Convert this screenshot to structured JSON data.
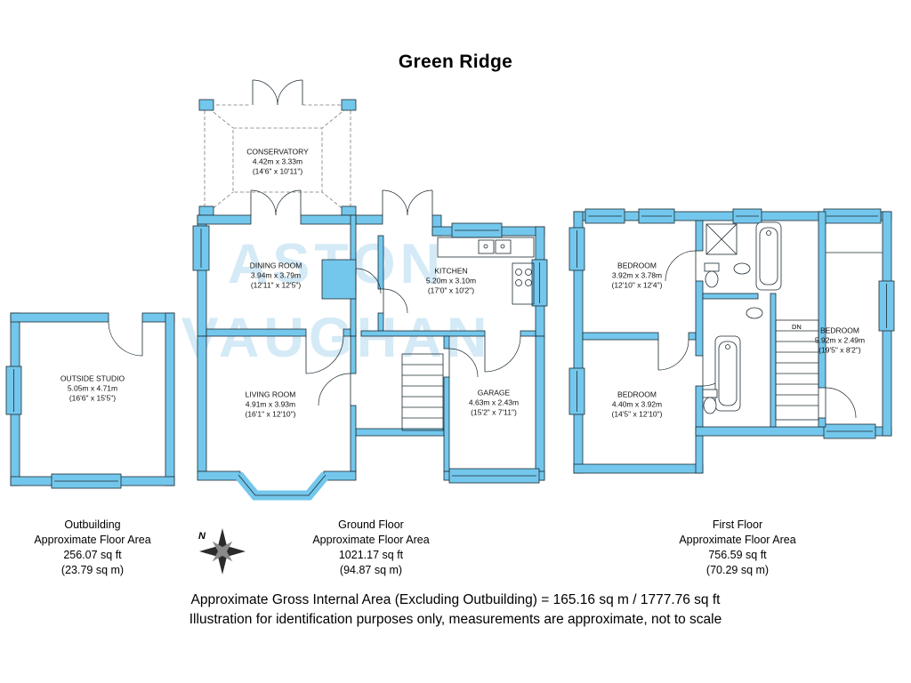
{
  "title": "Green Ridge",
  "watermark": {
    "line1": "ASTON",
    "line2": "VAUGHAN"
  },
  "compass": {
    "label": "N"
  },
  "colors": {
    "wall": "#74c7ec",
    "line": "#1c2b33",
    "watermark": "#b9ddf1"
  },
  "outbuilding": {
    "room": {
      "name": "OUTSIDE STUDIO",
      "metric": "5.05m x 4.71m",
      "imperial": "(16'6\" x 15'5\")"
    },
    "caption": {
      "name": "Outbuilding",
      "area_label": "Approximate Floor Area",
      "sqft": "256.07 sq ft",
      "sqm": "(23.79 sq m)"
    }
  },
  "ground_floor": {
    "rooms": {
      "conservatory": {
        "name": "CONSERVATORY",
        "metric": "4.42m x 3.33m",
        "imperial": "(14'6\" x 10'11\")"
      },
      "dining_room": {
        "name": "DINING ROOM",
        "metric": "3.94m x 3.79m",
        "imperial": "(12'11\" x 12'5\")"
      },
      "kitchen": {
        "name": "KITCHEN",
        "metric": "5.20m x 3.10m",
        "imperial": "(17'0\" x 10'2\")"
      },
      "living_room": {
        "name": "LIVING ROOM",
        "metric": "4.91m x 3.93m",
        "imperial": "(16'1\" x 12'10\")"
      },
      "garage": {
        "name": "GARAGE",
        "metric": "4.63m x 2.43m",
        "imperial": "(15'2\" x 7'11\")"
      }
    },
    "caption": {
      "name": "Ground Floor",
      "area_label": "Approximate Floor Area",
      "sqft": "1021.17 sq ft",
      "sqm": "(94.87 sq m)"
    }
  },
  "first_floor": {
    "rooms": {
      "bedroom_top": {
        "name": "BEDROOM",
        "metric": "3.92m x 3.78m",
        "imperial": "(12'10\" x 12'4\")"
      },
      "bedroom_right": {
        "name": "BEDROOM",
        "metric": "5.92m x 2.49m",
        "imperial": "(19'5\" x 8'2\")"
      },
      "bedroom_bottom": {
        "name": "BEDROOM",
        "metric": "4.40m x 3.92m",
        "imperial": "(14'5\" x 12'10\")"
      }
    },
    "stairs_label": "DN",
    "caption": {
      "name": "First Floor",
      "area_label": "Approximate Floor Area",
      "sqft": "756.59 sq ft",
      "sqm": "(70.29 sq m)"
    }
  },
  "footer": {
    "line1": "Approximate Gross Internal Area (Excluding Outbuilding) = 165.16 sq m / 1777.76 sq ft",
    "line2": "Illustration for identification purposes only, measurements are approximate, not to scale"
  }
}
